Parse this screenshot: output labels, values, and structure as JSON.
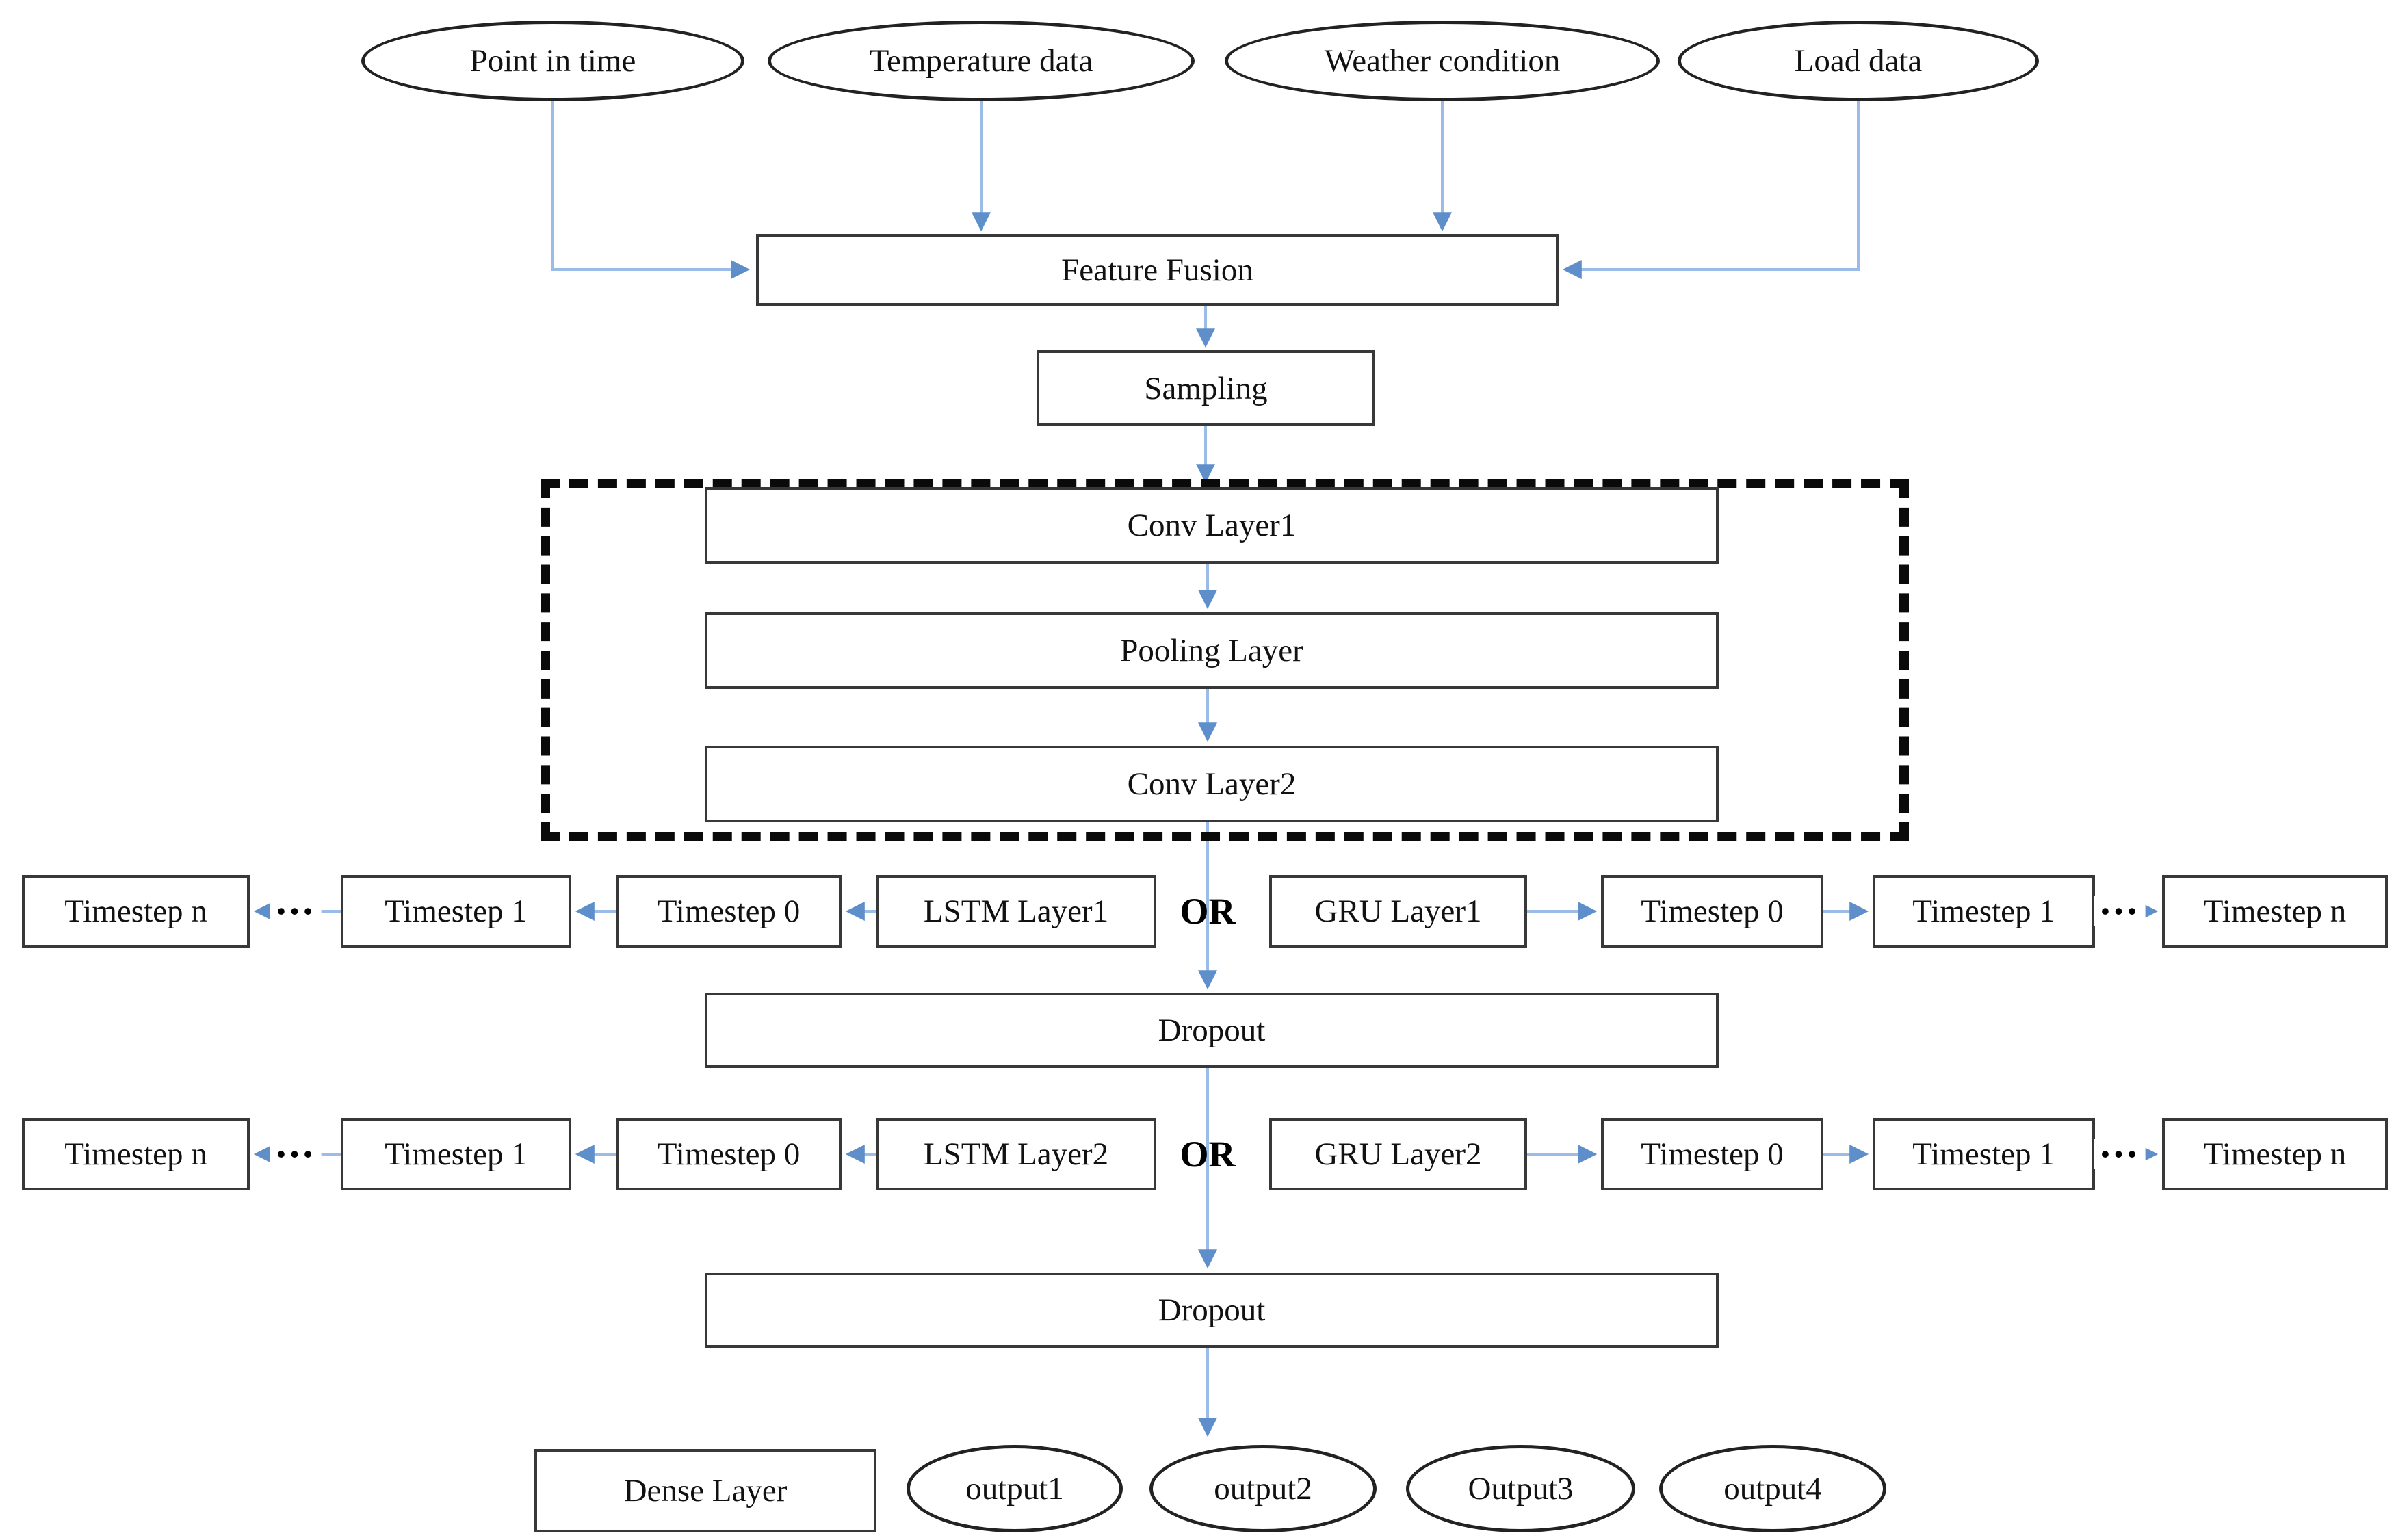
{
  "colors": {
    "arrow_line": "#9abce6",
    "arrow_head": "#5f8fcb",
    "box_border": "#383838",
    "dash_border": "#0a0a0a",
    "text": "#111111"
  },
  "inputs": {
    "point_in_time": "Point in time",
    "temperature": "Temperature data",
    "weather": "Weather condition",
    "load": "Load data"
  },
  "pipeline": {
    "feature_fusion": "Feature Fusion",
    "sampling": "Sampling",
    "conv1": "Conv Layer1",
    "pooling": "Pooling Layer",
    "conv2": "Conv Layer2",
    "dropout1": "Dropout",
    "dropout2": "Dropout",
    "dense": "Dense Layer"
  },
  "recurrent": {
    "or_label": "OR",
    "dots": "•••",
    "row1": {
      "lstm": "LSTM Layer1",
      "gru": "GRU Layer1",
      "left": [
        "Timestep n",
        "Timestep 1",
        "Timestep 0"
      ],
      "right": [
        "Timestep 0",
        "Timestep 1",
        "Timestep n"
      ]
    },
    "row2": {
      "lstm": "LSTM Layer2",
      "gru": "GRU Layer2",
      "left": [
        "Timestep n",
        "Timestep 1",
        "Timestep 0"
      ],
      "right": [
        "Timestep 0",
        "Timestep 1",
        "Timestep n"
      ]
    }
  },
  "outputs": [
    "output1",
    "output2",
    "Output3",
    "output4"
  ]
}
